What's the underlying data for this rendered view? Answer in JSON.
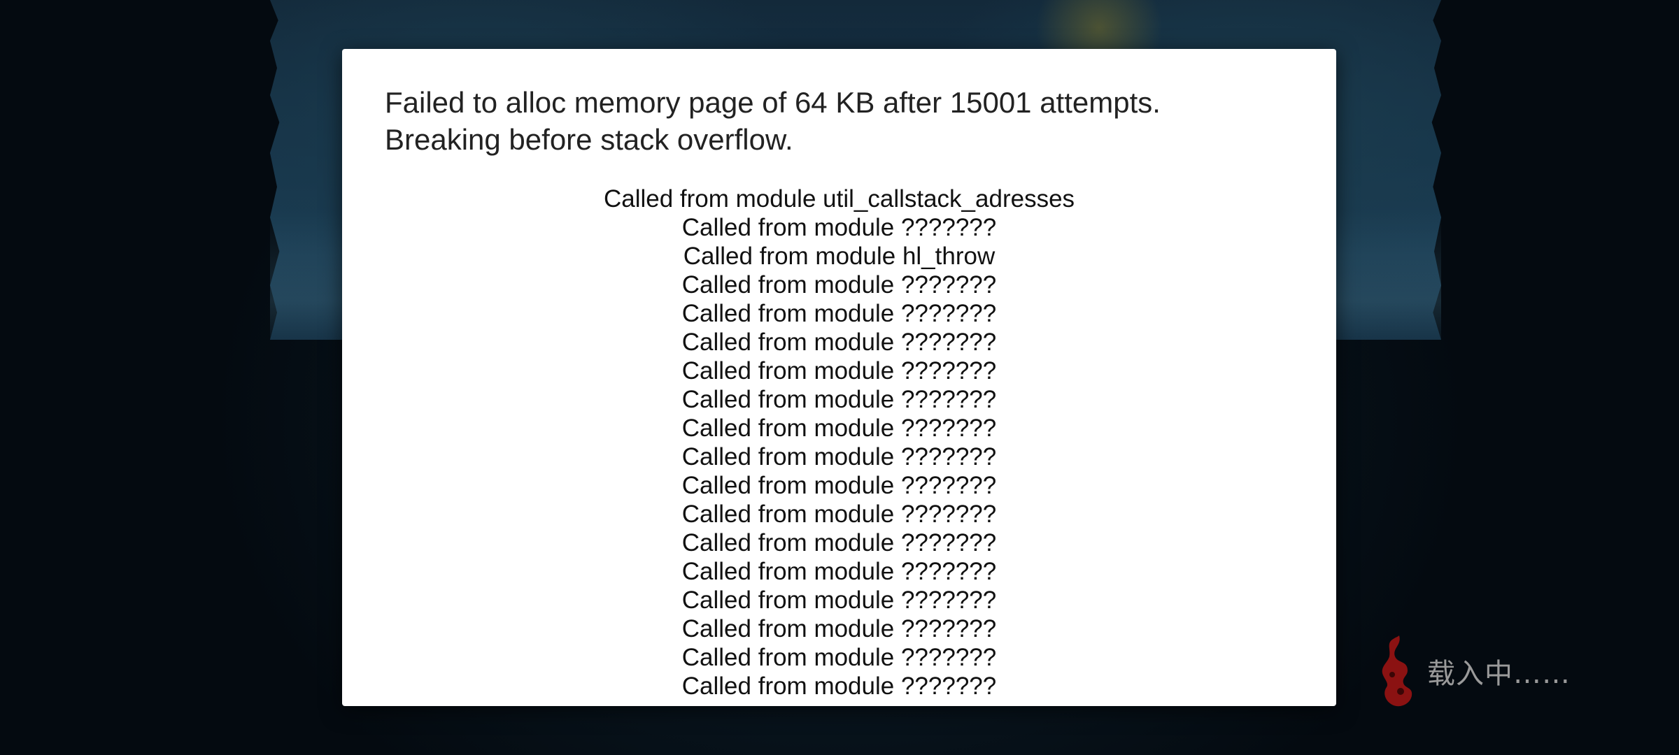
{
  "dialog": {
    "title": "Failed to alloc memory page of 64 KB after 15001 attempts.\nBreaking before stack overflow.",
    "callstack": [
      "Called from module util_callstack_adresses",
      "Called from module ???????",
      "Called from module hl_throw",
      "Called from module ???????",
      "Called from module ???????",
      "Called from module ???????",
      "Called from module ???????",
      "Called from module ???????",
      "Called from module ???????",
      "Called from module ???????",
      "Called from module ???????",
      "Called from module ???????",
      "Called from module ???????",
      "Called from module ???????",
      "Called from module ???????",
      "Called from module ???????",
      "Called from module ???????",
      "Called from module ???????"
    ]
  },
  "loading": {
    "icon": "flame-icon",
    "text": "载入中……",
    "icon_color": "#8b1212"
  }
}
